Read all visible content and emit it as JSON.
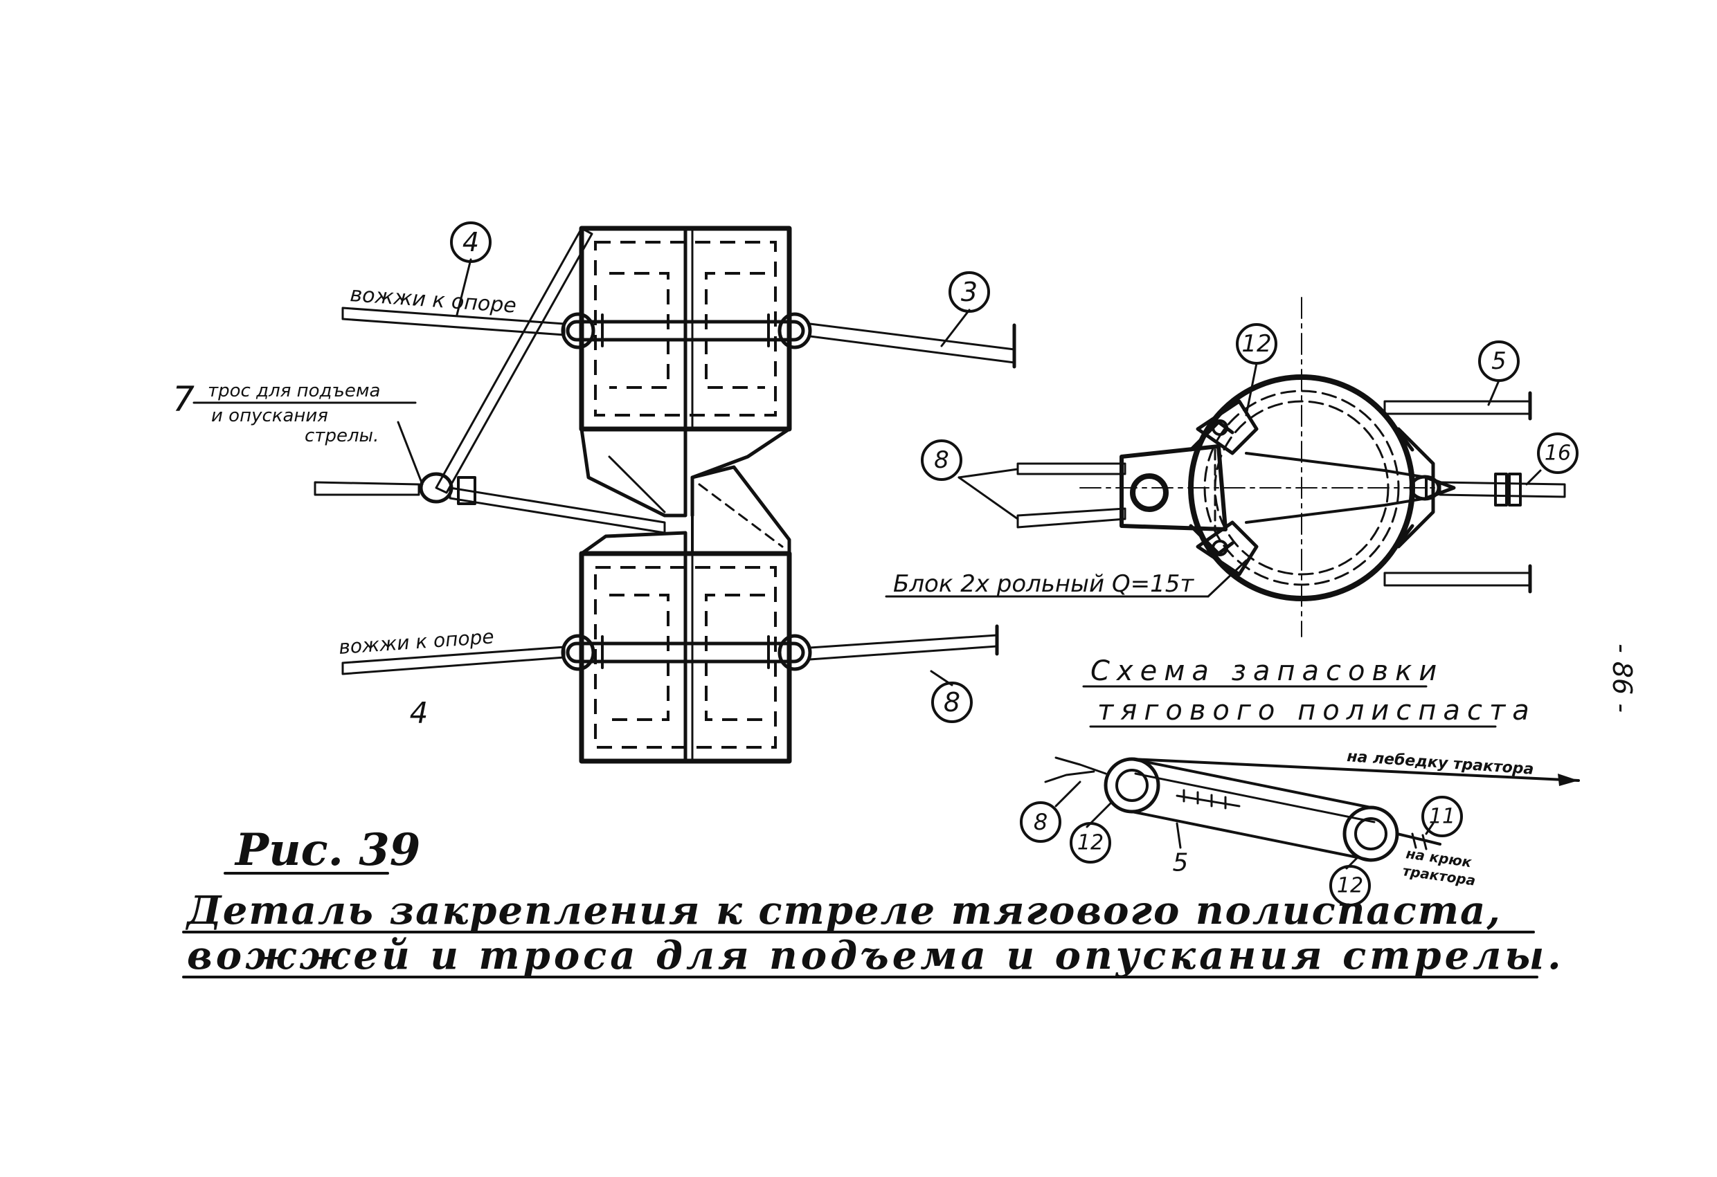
{
  "callouts": {
    "n4_top": "4",
    "n3": "3",
    "n7": "7",
    "n4_bottom": "4",
    "n8_lower": "8",
    "n12_block": "12",
    "n5_block": "5",
    "n8_block": "8",
    "n16": "16",
    "n8_scheme": "8",
    "n12_scheme_left": "12",
    "n12_scheme_right": "12",
    "n5_scheme": "5",
    "n11": "11"
  },
  "labels": {
    "guys_top": "вожжи к опоре",
    "guys_bottom": "вожжи к опоре",
    "rope_line1": "трос для подъема",
    "rope_line2": "и опускания",
    "rope_line3": "стрелы.",
    "block_caption": "Блок 2х рольный Q=15т",
    "scheme_title_line1": "Схема запасовки",
    "scheme_title_line2": "тягового полиспаста",
    "to_winch": "на лебедку трактора",
    "to_hook_line1": "на крюк",
    "to_hook_line2": "трактора"
  },
  "page_number": "- 86 -",
  "figure": {
    "number": "Рис. 39",
    "caption_line1": "Деталь закрепления к стреле тягового полиспаста,",
    "caption_line2": "вожжей и троса для подъема и опускания стрелы."
  }
}
